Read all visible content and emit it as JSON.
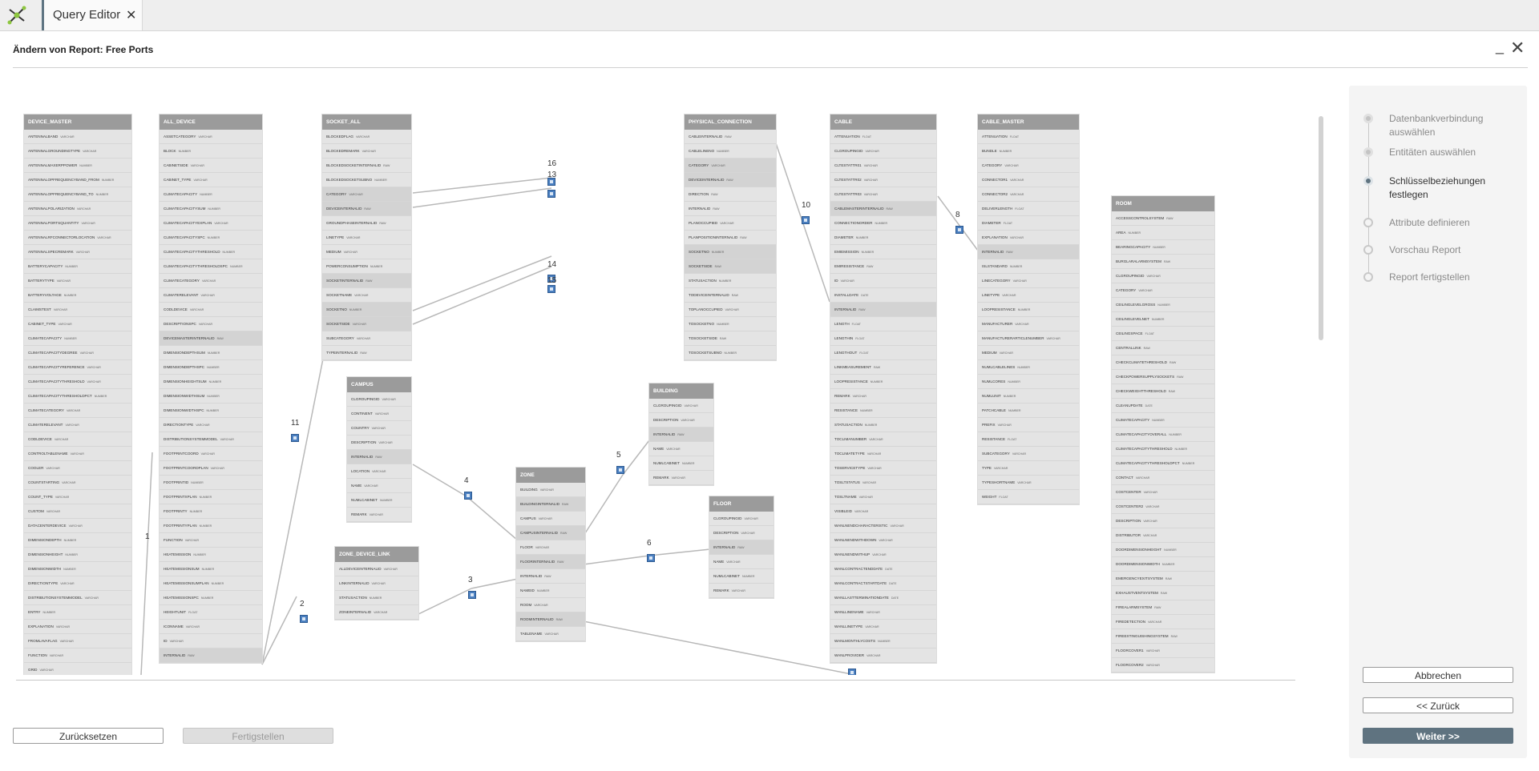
{
  "app": {
    "tab_label": "Query Editor",
    "tab_close": "✕"
  },
  "dialog": {
    "title": "Ändern von Report: Free Ports",
    "minimize": "_",
    "close": "✕"
  },
  "tables": [
    {
      "key": "device_master",
      "name": "DEVICE_MASTER",
      "fields": [
        [
          "ANTENNALBAND",
          "VARCHAR"
        ],
        [
          "ANTENNALGROUNDINGTYPE",
          "VARCHAR"
        ],
        [
          "ANTENNALMAXERPPOWER",
          "NUMBER"
        ],
        [
          "ANTENNALOPFREQUENCYBAND_FROM",
          "NUMBER"
        ],
        [
          "ANTENNALOPFREQUENCYBAND_TO",
          "NUMBER"
        ],
        [
          "ANTENNALPOLARIZATION",
          "VARCHAR"
        ],
        [
          "ANTENNALPORTSQUANTITY",
          "VARCHAR"
        ],
        [
          "ANTENNALRFCONNECTORLOCATION",
          "VARCHAR"
        ],
        [
          "ANTENNALSPECREMARK",
          "VARCHAR"
        ],
        [
          "BATTERYCAPACITY",
          "NUMBER"
        ],
        [
          "BATTERYTYPE",
          "VARCHAR"
        ],
        [
          "BATTERYVOLTAGE",
          "NUMBER"
        ],
        [
          "CLAIMSTEST",
          "VARCHAR"
        ],
        [
          "CABINET_TYPE",
          "VARCHAR"
        ],
        [
          "CLIMATECAPACITY",
          "NUMBER"
        ],
        [
          "CLIMATECAPACITYDEGREE",
          "VARCHAR"
        ],
        [
          "CLIMATECAPACITYREFERENCE",
          "VARCHAR"
        ],
        [
          "CLIMATECAPACITYTHRESHOLD",
          "VARCHAR"
        ],
        [
          "CLIMATECAPACITYTHRESHOLDPCT",
          "NUMBER"
        ],
        [
          "CLIMATECATEGORY",
          "VARCHAR"
        ],
        [
          "CLIMATERELEVANT",
          "VARCHAR"
        ],
        [
          "CODLDEVICE",
          "VARCHAR"
        ],
        [
          "CONTROLTABLENAME",
          "VARCHAR"
        ],
        [
          "COOLER",
          "VARCHAR"
        ],
        [
          "COUNTSTARTING",
          "VARCHAR"
        ],
        [
          "COUNT_TYPE",
          "VARCHAR"
        ],
        [
          "CUSTOM",
          "VARCHAR"
        ],
        [
          "DATACENTERDEVICE",
          "VARCHAR"
        ],
        [
          "DIMENSIONDEPTH",
          "NUMBER"
        ],
        [
          "DIMENSIONHEIGHT",
          "NUMBER"
        ],
        [
          "DIMENSIONWIDTH",
          "NUMBER"
        ],
        [
          "DIRECTIONTYPE",
          "VARCHAR"
        ],
        [
          "DISTRIBUTIONSYSTEMMODEL",
          "VARCHAR"
        ],
        [
          "ENTRY",
          "NUMBER"
        ],
        [
          "EXPLANATION",
          "VARCHAR"
        ],
        [
          "FROMLAVAFLAG",
          "VARCHAR"
        ],
        [
          "FUNCTION",
          "VARCHAR"
        ],
        [
          "GRID",
          "VARCHAR"
        ]
      ]
    },
    {
      "key": "all_device",
      "name": "ALL_DEVICE",
      "fields": [
        [
          "ASSETCATEGORY",
          "VARCHAR"
        ],
        [
          "BLOCK",
          "NUMBER"
        ],
        [
          "CABINETSIDE",
          "VARCHAR"
        ],
        [
          "CABINET_TYPE",
          "VARCHAR"
        ],
        [
          "CLIMATECAPACITY",
          "NUMBER"
        ],
        [
          "CLIMATECAPACITYSUM",
          "NUMBER"
        ],
        [
          "CLIMATECAPACITYEXPLAN",
          "VARCHAR"
        ],
        [
          "CLIMATECAPACITYSPC",
          "NUMBER"
        ],
        [
          "CLIMATECAPACITYTHRESHOLD",
          "NUMBER"
        ],
        [
          "CLIMATECAPACITYTHRESHOLDSPC",
          "NUMBER"
        ],
        [
          "CLIMATECATEGORY",
          "VARCHAR"
        ],
        [
          "CLIMATERELEVANT",
          "VARCHAR"
        ],
        [
          "CODLDEVICE",
          "VARCHAR"
        ],
        [
          "DESCRIPTIONSPC",
          "VARCHAR"
        ],
        [
          "DEVICEMASTERINTERNALID",
          "RAW"
        ],
        [
          "DIMENSIONDEPTHSUM",
          "NUMBER"
        ],
        [
          "DIMENSIONDEPTHSPC",
          "NUMBER"
        ],
        [
          "DIMENSIONHEIGHTSUM",
          "NUMBER"
        ],
        [
          "DIMENSIONWIDTHSUM",
          "NUMBER"
        ],
        [
          "DIMENSIONWIDTHSPC",
          "NUMBER"
        ],
        [
          "DIRECTIONTYPE",
          "VARCHAR"
        ],
        [
          "DISTRIBUTIONSYSTEMMODEL",
          "VARCHAR"
        ],
        [
          "FOOTPRINTCOORD",
          "VARCHAR"
        ],
        [
          "FOOTPRINTCOORDPLAN",
          "VARCHAR"
        ],
        [
          "FOOTPRINTID",
          "NUMBER"
        ],
        [
          "FOOTPRINTXPLAN",
          "NUMBER"
        ],
        [
          "FOOTPRINTY",
          "NUMBER"
        ],
        [
          "FOOTPRINTYPLAN",
          "NUMBER"
        ],
        [
          "FUNCTION",
          "VARCHAR"
        ],
        [
          "HEATEMISSION",
          "NUMBER"
        ],
        [
          "HEATEMISSIONSUM",
          "NUMBER"
        ],
        [
          "HEATEMISSIONSUMPLAN",
          "NUMBER"
        ],
        [
          "HEATEMISSIONSPC",
          "NUMBER"
        ],
        [
          "HEIGHTUNIT",
          "FLOAT"
        ],
        [
          "ICONNAME",
          "VARCHAR"
        ],
        [
          "ID",
          "VARCHAR"
        ],
        [
          "INTERNALID",
          "RAW"
        ]
      ]
    },
    {
      "key": "socket_all",
      "name": "SOCKET_ALL",
      "fields": [
        [
          "BLOCKEDFLAG",
          "VARCHAR"
        ],
        [
          "BLOCKEDREMARK",
          "VARCHAR"
        ],
        [
          "BLOCKEDSOCKETINTERNALID",
          "RAW"
        ],
        [
          "BLOCKEDSOCKETSUBNO",
          "NUMBER"
        ],
        [
          "CATEGORY",
          "VARCHAR"
        ],
        [
          "DEVICEINTERNALID",
          "RAW"
        ],
        [
          "GROUNDPHASEINTERNALID",
          "RAW"
        ],
        [
          "LINETYPE",
          "VARCHAR"
        ],
        [
          "MEDIUM",
          "VARCHAR"
        ],
        [
          "POWERCONSUMPTION",
          "NUMBER"
        ],
        [
          "SOCKETINTERNALID",
          "RAW"
        ],
        [
          "SOCKETNAME",
          "VARCHAR"
        ],
        [
          "SOCKETNO",
          "NUMBER"
        ],
        [
          "SOCKETSIDE",
          "VARCHAR"
        ],
        [
          "SUBCATEGORY",
          "VARCHAR"
        ],
        [
          "TYPEINTERNALID",
          "RAW"
        ]
      ]
    },
    {
      "key": "campus",
      "name": "CAMPUS",
      "fields": [
        [
          "CLGROUPINGID",
          "VARCHAR"
        ],
        [
          "CONTINENT",
          "VARCHAR"
        ],
        [
          "COUNTRY",
          "VARCHAR"
        ],
        [
          "DESCRIPTION",
          "VARCHAR"
        ],
        [
          "INTERNALID",
          "RAW"
        ],
        [
          "LOCATION",
          "VARCHAR"
        ],
        [
          "NAME",
          "VARCHAR"
        ],
        [
          "NUMLCABINET",
          "NUMBER"
        ],
        [
          "REMARK",
          "VARCHAR"
        ]
      ]
    },
    {
      "key": "zone_device_link",
      "name": "ZONE_DEVICE_LINK",
      "fields": [
        [
          "ALLDEVICEINTERNALID",
          "VARCHAR"
        ],
        [
          "LINKINTERNALID",
          "VARCHAR"
        ],
        [
          "STATUSACTION",
          "NUMBER"
        ],
        [
          "ZONEINTERNALID",
          "VARCHAR"
        ]
      ]
    },
    {
      "key": "zone",
      "name": "ZONE",
      "fields": [
        [
          "BUILDING",
          "VARCHAR"
        ],
        [
          "BUILDINGINTERNALID",
          "RAW"
        ],
        [
          "CAMPUS",
          "VARCHAR"
        ],
        [
          "CAMPUSINTERNALID",
          "RAW"
        ],
        [
          "FLOOR",
          "VARCHAR"
        ],
        [
          "FLOORINTERNALID",
          "RAW"
        ],
        [
          "INTERNALID",
          "RAW"
        ],
        [
          "NAMEID",
          "NUMBER"
        ],
        [
          "ROOM",
          "VARCHAR"
        ],
        [
          "ROOMINTERNALID",
          "RAW"
        ],
        [
          "TABLENAME",
          "VARCHAR"
        ]
      ]
    },
    {
      "key": "building",
      "name": "BUILDING",
      "fields": [
        [
          "CLGROUPINGID",
          "VARCHAR"
        ],
        [
          "DESCRIPTION",
          "VARCHAR"
        ],
        [
          "INTERNALID",
          "RAW"
        ],
        [
          "NAME",
          "VARCHAR"
        ],
        [
          "NUMLCABINET",
          "NUMBER"
        ],
        [
          "REMARK",
          "VARCHAR"
        ]
      ]
    },
    {
      "key": "floor",
      "name": "FLOOR",
      "fields": [
        [
          "CLGROUPINGID",
          "VARCHAR"
        ],
        [
          "DESCRIPTION",
          "VARCHAR"
        ],
        [
          "INTERNALID",
          "RAW"
        ],
        [
          "NAME",
          "VARCHAR"
        ],
        [
          "NUMLCABINET",
          "NUMBER"
        ],
        [
          "REMARK",
          "VARCHAR"
        ]
      ]
    },
    {
      "key": "physical_connection",
      "name": "PHYSICAL_CONNECTION",
      "fields": [
        [
          "CABLEINTERNALID",
          "RAW"
        ],
        [
          "CABLELINENO",
          "NUMBER"
        ],
        [
          "CATEGORY",
          "VARCHAR"
        ],
        [
          "DEVICEINTERNALID",
          "RAW"
        ],
        [
          "DIRECTION",
          "RAW"
        ],
        [
          "INTERNALID",
          "RAW"
        ],
        [
          "PLANOCCUPIED",
          "VARCHAR"
        ],
        [
          "PLANPOSITIONINTERNALID",
          "RAW"
        ],
        [
          "SOCKETNO",
          "NUMBER"
        ],
        [
          "SOCKETSIDE",
          "RAW"
        ],
        [
          "STATUSACTION",
          "NUMBER"
        ],
        [
          "TODEVICEINTERNALID",
          "RAW"
        ],
        [
          "TOPLANOCCUPIED",
          "VARCHAR"
        ],
        [
          "TOSOCKETNO",
          "NUMBER"
        ],
        [
          "TOSOCKETSIDE",
          "RAW"
        ],
        [
          "TOSOCKETSUBNO",
          "NUMBER"
        ]
      ]
    },
    {
      "key": "cable",
      "name": "CABLE",
      "fields": [
        [
          "ATTENUATION",
          "FLOAT"
        ],
        [
          "CLGROUPINGID",
          "VARCHAR"
        ],
        [
          "CLTESTATTR01",
          "VARCHAR"
        ],
        [
          "CLTESTATTR02",
          "VARCHAR"
        ],
        [
          "CLTESTATTR03",
          "VARCHAR"
        ],
        [
          "CABLEMASTERINTERNALID",
          "RAW"
        ],
        [
          "CONNECTIONORDER",
          "NUMBER"
        ],
        [
          "DIAMETER",
          "NUMBER"
        ],
        [
          "EMIEMISSION",
          "NUMBER"
        ],
        [
          "EMIRESISTANCE",
          "RAW"
        ],
        [
          "ID",
          "VARCHAR"
        ],
        [
          "INSTALLDATE",
          "DATE"
        ],
        [
          "INTERNALID",
          "RAW"
        ],
        [
          "LENGTH",
          "FLOAT"
        ],
        [
          "LENGTHIN",
          "FLOAT"
        ],
        [
          "LENGTHOUT",
          "FLOAT"
        ],
        [
          "LINKMEASUREMENT",
          "RAW"
        ],
        [
          "LOOPRESISTANCE",
          "NUMBER"
        ],
        [
          "REMARK",
          "VARCHAR"
        ],
        [
          "RESISTANCE",
          "NUMBER"
        ],
        [
          "STATUSACTION",
          "NUMBER"
        ],
        [
          "TOCLIMANUMBER",
          "VARCHAR"
        ],
        [
          "TOCLIMATETYPE",
          "VARCHAR"
        ],
        [
          "TOSERVICETYPE",
          "VARCHAR"
        ],
        [
          "TOSLTSTATUS",
          "VARCHAR"
        ],
        [
          "TOSLTNAME",
          "VARCHAR"
        ],
        [
          "VISIBLEID",
          "VARCHAR"
        ],
        [
          "WANLNENDCHARACTERISTIC",
          "VARCHAR"
        ],
        [
          "WANLNENDWITHDOWN",
          "VARCHAR"
        ],
        [
          "WANLNENDWITHUP",
          "VARCHAR"
        ],
        [
          "WANLCONTRACTENDDATE",
          "DATE"
        ],
        [
          "WANLCONTRACTSTARTDATE",
          "DATE"
        ],
        [
          "WANLLASTTERMINATIONDATE",
          "DATE"
        ],
        [
          "WANLLINENAME",
          "VARCHAR"
        ],
        [
          "WANLLINETYPE",
          "VARCHAR"
        ],
        [
          "WANLMONTHLYCOSTS",
          "NUMBER"
        ],
        [
          "WANLPROVIDER",
          "VARCHAR"
        ]
      ]
    },
    {
      "key": "cable_master",
      "name": "CABLE_MASTER",
      "fields": [
        [
          "ATTENUATION",
          "FLOAT"
        ],
        [
          "BUNDLE",
          "NUMBER"
        ],
        [
          "CATEGORY",
          "VARCHAR"
        ],
        [
          "CONNECTOR1",
          "VARCHAR"
        ],
        [
          "CONNECTOR2",
          "VARCHAR"
        ],
        [
          "DELIVERLENGTH",
          "FLOAT"
        ],
        [
          "DIAMETER",
          "FLOAT"
        ],
        [
          "EXPLANATION",
          "VARCHAR"
        ],
        [
          "INTERNALID",
          "RAW"
        ],
        [
          "ISLSTANDARD",
          "NUMBER"
        ],
        [
          "LINECATEGORY",
          "VARCHAR"
        ],
        [
          "LINETYPE",
          "VARCHAR"
        ],
        [
          "LOOPRESISTANCE",
          "NUMBER"
        ],
        [
          "MANUFACTURER",
          "VARCHAR"
        ],
        [
          "MANUFACTURERARTICLENUMBER",
          "VARCHAR"
        ],
        [
          "MEDIUM",
          "VARCHAR"
        ],
        [
          "NUMLCABLELINES",
          "NUMBER"
        ],
        [
          "NUMLCORES",
          "NUMBER"
        ],
        [
          "NUMLUNIT",
          "NUMBER"
        ],
        [
          "PATCHCABLE",
          "NUMBER"
        ],
        [
          "PREFIX",
          "VARCHAR"
        ],
        [
          "RESISTANCE",
          "FLOAT"
        ],
        [
          "SUBCATEGORY",
          "VARCHAR"
        ],
        [
          "TYPE",
          "VARCHAR"
        ],
        [
          "TYPESHORTNAME",
          "VARCHAR"
        ],
        [
          "WEIGHT",
          "FLOAT"
        ]
      ]
    },
    {
      "key": "room",
      "name": "ROOM",
      "fields": [
        [
          "ACCESSCONTROLSYSTEM",
          "RAW"
        ],
        [
          "AREA",
          "NUMBER"
        ],
        [
          "BEARINGCAPACITY",
          "NUMBER"
        ],
        [
          "BURGLARALARMSYSTEM",
          "RAW"
        ],
        [
          "CLGROUPINGID",
          "VARCHAR"
        ],
        [
          "CATEGORY",
          "VARCHAR"
        ],
        [
          "CEILINGLEVELGROSS",
          "NUMBER"
        ],
        [
          "CEILINGLEVELNET",
          "NUMBER"
        ],
        [
          "CEILINGSPACE",
          "FLOAT"
        ],
        [
          "CENTRALLINK",
          "RAW"
        ],
        [
          "CHECKCLIMATETHRESHOLD",
          "RAW"
        ],
        [
          "CHECKPOWERSUPPLYSOCKETS",
          "RAW"
        ],
        [
          "CHECKWEIGHTTHRESHOLD",
          "RAW"
        ],
        [
          "CLEANUPDATE",
          "DATE"
        ],
        [
          "CLIMATECAPACITY",
          "NUMBER"
        ],
        [
          "CLIMATECAPACITYOVERALL",
          "NUMBER"
        ],
        [
          "CLIMATECAPACITYTHRESHOLD",
          "NUMBER"
        ],
        [
          "CLIMATECAPACITYTHRESHOLDPCT",
          "NUMBER"
        ],
        [
          "CONTACT",
          "VARCHAR"
        ],
        [
          "COSTCENTER",
          "VARCHAR"
        ],
        [
          "COSTCENTER2",
          "VARCHAR"
        ],
        [
          "DESCRIPTION",
          "VARCHAR"
        ],
        [
          "DISTRIBUTOR",
          "VARCHAR"
        ],
        [
          "DOORDIMENSIONHEIGHT",
          "NUMBER"
        ],
        [
          "DOORDIMENSIONWIDTH",
          "NUMBER"
        ],
        [
          "EMERGENCYEXITSYSTEM",
          "RAW"
        ],
        [
          "EXHAUSTVENTSYSTEM",
          "RAW"
        ],
        [
          "FIREALARMSYSTEM",
          "RAW"
        ],
        [
          "FIREDETECTION",
          "VARCHAR"
        ],
        [
          "FIREEXTINGUISHINGSYSTEM",
          "RAW"
        ],
        [
          "FLOORCOVER1",
          "VARCHAR"
        ],
        [
          "FLOORCOVER2",
          "VARCHAR"
        ]
      ]
    }
  ],
  "links": [
    {
      "label": "1"
    },
    {
      "label": "2"
    },
    {
      "label": "3"
    },
    {
      "label": "4"
    },
    {
      "label": "5"
    },
    {
      "label": "6"
    },
    {
      "label": "8"
    },
    {
      "label": "10"
    },
    {
      "label": "11"
    },
    {
      "label": "13"
    },
    {
      "label": "14"
    },
    {
      "label": "15"
    },
    {
      "label": "16"
    }
  ],
  "buttons": {
    "reset": "Zurücksetzen",
    "finish": "Fertigstellen",
    "cancel": "Abbrechen",
    "back": "<< Zurück",
    "next": "Weiter >>"
  },
  "wizard": {
    "steps": [
      {
        "label": "Datenbankverbindung auswählen",
        "state": "done"
      },
      {
        "label": "Entitäten auswählen",
        "state": "done"
      },
      {
        "label": "Schlüsselbeziehungen festlegen",
        "state": "active"
      },
      {
        "label": "Attribute definieren",
        "state": "todo"
      },
      {
        "label": "Vorschau Report",
        "state": "todo"
      },
      {
        "label": "Report fertigstellen",
        "state": "todo"
      }
    ]
  },
  "colors": {
    "accent": "#5f7380",
    "table_header": "#9b9b9b",
    "table_body": "#e4e4e4",
    "link_marker": "#4a7fc0"
  }
}
